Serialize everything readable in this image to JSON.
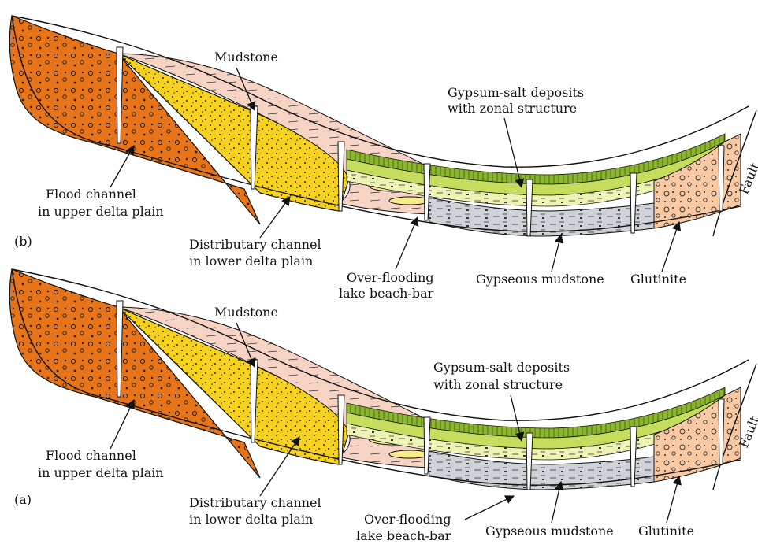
{
  "panels": [
    {
      "id": "b",
      "panel_label": "(b)",
      "labels": {
        "mudstone": "Mudstone",
        "gypsum_1": "Gypsum-salt deposits",
        "gypsum_2": "with zonal structure",
        "flood_1": "Flood channel",
        "flood_2": "in upper delta plain",
        "distrib_1": "Distributary channel",
        "distrib_2": "in lower delta plain",
        "overflood_1": "Over-flooding",
        "overflood_2": "lake beach-bar",
        "gypseous": "Gypseous mudstone",
        "glutinite": "Glutinite",
        "fault": "Fault"
      }
    },
    {
      "id": "a",
      "panel_label": "(a)",
      "labels": {
        "mudstone": "Mudstone",
        "gypsum_1": "Gypsum-salt deposits",
        "gypsum_2": "with zonal structure",
        "flood_1": "Flood channel",
        "flood_2": "in upper delta plain",
        "distrib_1": "Distributary channel",
        "distrib_2": "in lower delta plain",
        "overflood_1": "Over-flooding",
        "overflood_2": "lake beach-bar",
        "gypseous": "Gypseous mudstone",
        "glutinite": "Glutinite",
        "fault": "Fault"
      }
    }
  ],
  "colors": {
    "flood_channel": "#e8741a",
    "distributary_channel": "#f6d21c",
    "distributary_light": "#f8ec8a",
    "mudstone": "#f7d3c4",
    "gypsum_dark": "#8bb52e",
    "gypsum_mid": "#c5dd5c",
    "gypsum_light": "#eef3b4",
    "gypseous_mudstone": "#cfd2d8",
    "glutinite": "#f8c9a2",
    "outline": "#111111"
  }
}
